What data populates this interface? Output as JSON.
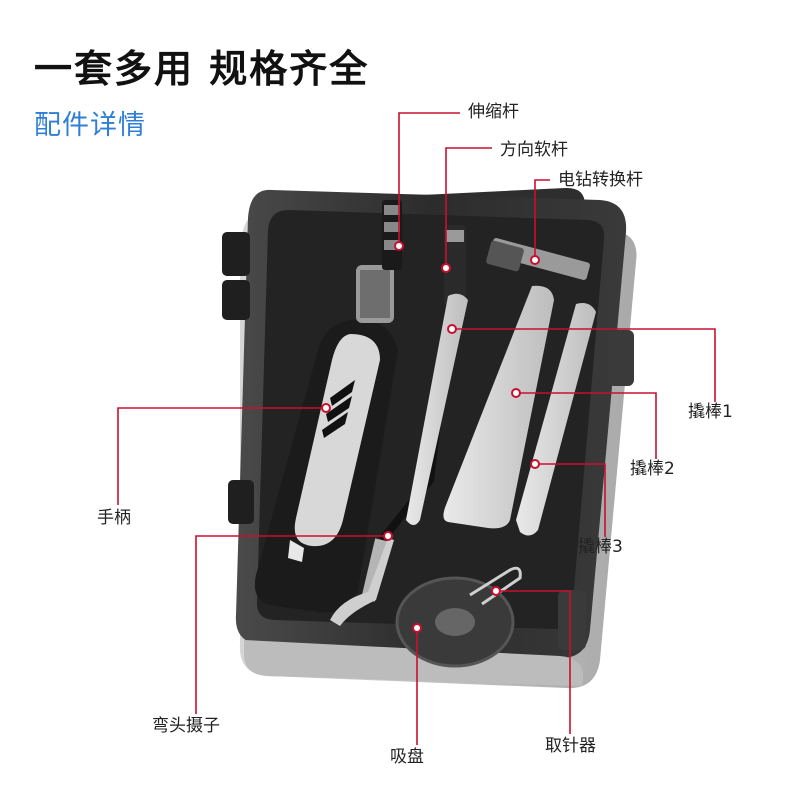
{
  "headline": "一套多用 规格齐全",
  "subheading": "配件详情",
  "accent_color": "#2f7fd6",
  "callout_color": "#c8102e",
  "callouts": {
    "telescopic_rod": "伸缩杆",
    "flex_shaft": "方向软杆",
    "drill_adapter": "电钻转换杆",
    "pry_bar_1": "撬棒1",
    "pry_bar_2": "撬棒2",
    "pry_bar_3": "撬棒3",
    "handle": "手柄",
    "bent_tweezers": "弯头摄子",
    "suction_cup": "吸盘",
    "sim_pin": "取针器"
  },
  "icons": [
    "screwdriver-case-illustration"
  ]
}
